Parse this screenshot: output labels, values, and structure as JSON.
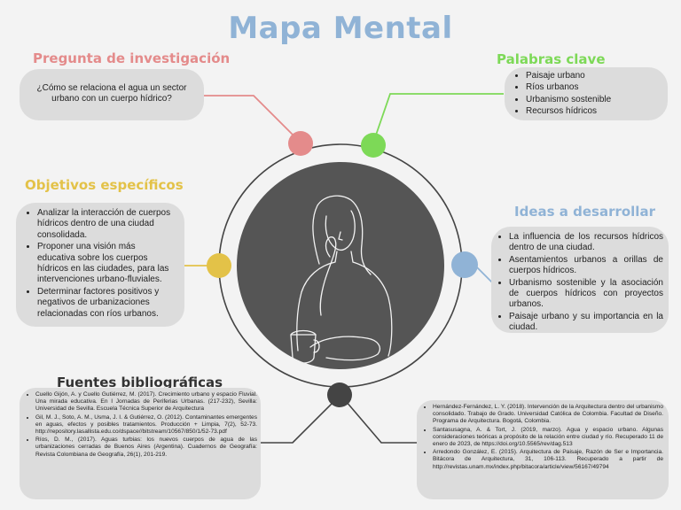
{
  "title": "Mapa Mental",
  "colors": {
    "pregunta": "#e48b8b",
    "palabras": "#7dd957",
    "objetivos": "#e3c248",
    "ideas": "#90b3d6",
    "fuentes": "#444444",
    "center": "#555555"
  },
  "pregunta": {
    "heading": "Pregunta de investigación",
    "text": "¿Cómo se relaciona el agua un sector urbano con un cuerpo hídrico?"
  },
  "palabras": {
    "heading": "Palabras clave",
    "items": [
      "Paisaje urbano",
      "Ríos urbanos",
      "Urbanismo sostenible",
      "Recursos hídricos"
    ]
  },
  "objetivos": {
    "heading": "Objetivos específicos",
    "items": [
      "Analizar la interacción de cuerpos hídricos dentro de una ciudad consolidada.",
      "Proponer una visión más educativa sobre los cuerpos hídricos en las ciudades, para las intervenciones urbano-fluviales.",
      " Determinar factores positivos y negativos de urbanizaciones relacionadas con ríos urbanos."
    ]
  },
  "ideas": {
    "heading": "Ideas a desarrollar",
    "items": [
      "La influencia de los recursos hídricos dentro de una ciudad.",
      "Asentamientos urbanos a orillas de cuerpos hídricos.",
      "Urbanismo sostenible y la asociación de cuerpos hídricos con proyectos urbanos.",
      "Paisaje urbano y su importancia en la ciudad."
    ]
  },
  "fuentes": {
    "heading": "Fuentes bibliográficas",
    "left": [
      "Cuello Gijón, A. y Cuello Gutiérrez, M. (2017). Crecimiento urbano y espacio Fluvial. Una mirada educativa. En I Jornadas de Periferias Urbanas. (217-232), Sevilla: Universidad de Sevilla. Escuela Técnica Superior de Arquitectura",
      "Gil, M. J., Soto, A. M., Usma, J. I. & Gutiérrez, O. (2012). Contaminantes emergentes en aguas, efectos y posibles tratamientos. Producción + Limpia, 7(2), 52-73. http://repository.lasallista.edu.co/dspace//bitstream/10567/850/1/52-73.pdf",
      "Ríos, D. M., (2017). Aguas turbias: los nuevos cuerpos de agua de las urbanizaciones cerradas de Buenos Aires (Argentina). Cuadernos de Geografía: Revista Colombiana de Geografía, 26(1), 201-219."
    ],
    "right": [
      " Hernández-Fernández, L. Y. (2018). Intervención de la Arquitectura dentro del urbanismo consolidado. Trabajo de Grado. Universidad Católica de Colombia. Facultad de Diseño. Programa de Arquitectura. Bogotá, Colombia.",
      "Santasusagna, A. & Tort, J. (2019, marzo). Agua y espacio urbano. Algunas consideraciones teóricas a propósito de la relación entre ciudad y río. Recuperado 11 de enero de 2023, de https://doi.org/10.5565/rev/dag.513",
      "Arredondo González, E. (2015). Arquitectura de Paisaje, Razón de Ser e Importancia. Bitácora de Arquitectura, 31, 106-113. Recuperado a partir de http://revistas.unam.mx/index.php/bitacora/article/view/56167/49794"
    ]
  }
}
